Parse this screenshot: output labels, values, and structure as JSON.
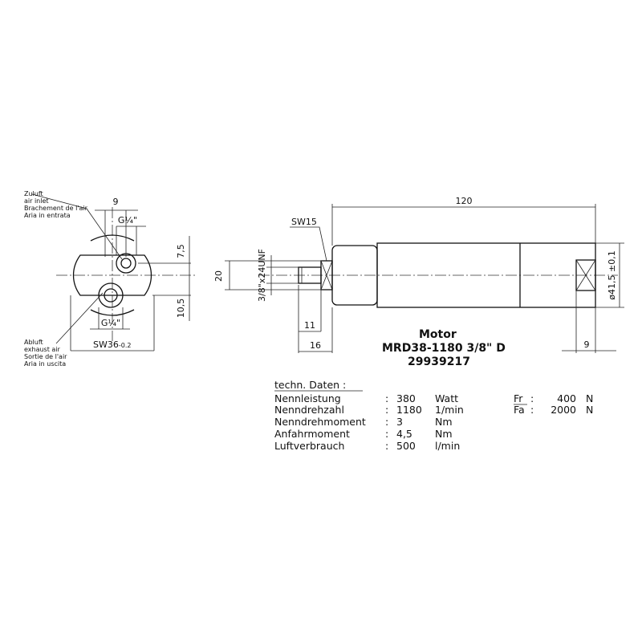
{
  "title": {
    "line1": "Motor",
    "line2": "MRD38-1180 3/8\" D",
    "line3": "29939217"
  },
  "labels": {
    "inlet": [
      "Zuluft",
      "air inlet",
      "Brachement de l'air",
      "Aria in entrata"
    ],
    "exhaust": [
      "Abluft",
      "exhaust air",
      "Sortie de l'air",
      "Aria in uscita"
    ]
  },
  "dimensions": {
    "d9_top": "9",
    "g_top": "G¼\"",
    "d7_5": "7,5",
    "d10_5": "10,5",
    "g_bottom": "G¼\"",
    "sw36": "SW36",
    "sw36_tol": "-0.2",
    "sw15": "SW15",
    "d20": "20",
    "thread": "3/8\"x24UNF",
    "d11": "11",
    "d16": "16",
    "d120": "120",
    "dia": "ø41,5 ±0,1",
    "d9_right": "9"
  },
  "specs": {
    "heading": "techn.  Daten  :",
    "rows": [
      {
        "name": "Nennleistung",
        "sep": ":",
        "value": "380",
        "unit": "Watt"
      },
      {
        "name": "Nenndrehzahl",
        "sep": ":",
        "value": "1180",
        "unit": "1/min"
      },
      {
        "name": "Nenndrehmoment",
        "sep": ":",
        "value": "3",
        "unit": "Nm"
      },
      {
        "name": "Anfahrmoment",
        "sep": ":",
        "value": "4,5",
        "unit": "Nm"
      },
      {
        "name": "Luftverbrauch",
        "sep": ":",
        "value": "500",
        "unit": "l/min"
      }
    ],
    "forces": [
      {
        "name": "Fr",
        "sep": ":",
        "value": "400",
        "unit": "N"
      },
      {
        "name": "Fa",
        "sep": ":",
        "value": "2000",
        "unit": "N"
      }
    ]
  }
}
